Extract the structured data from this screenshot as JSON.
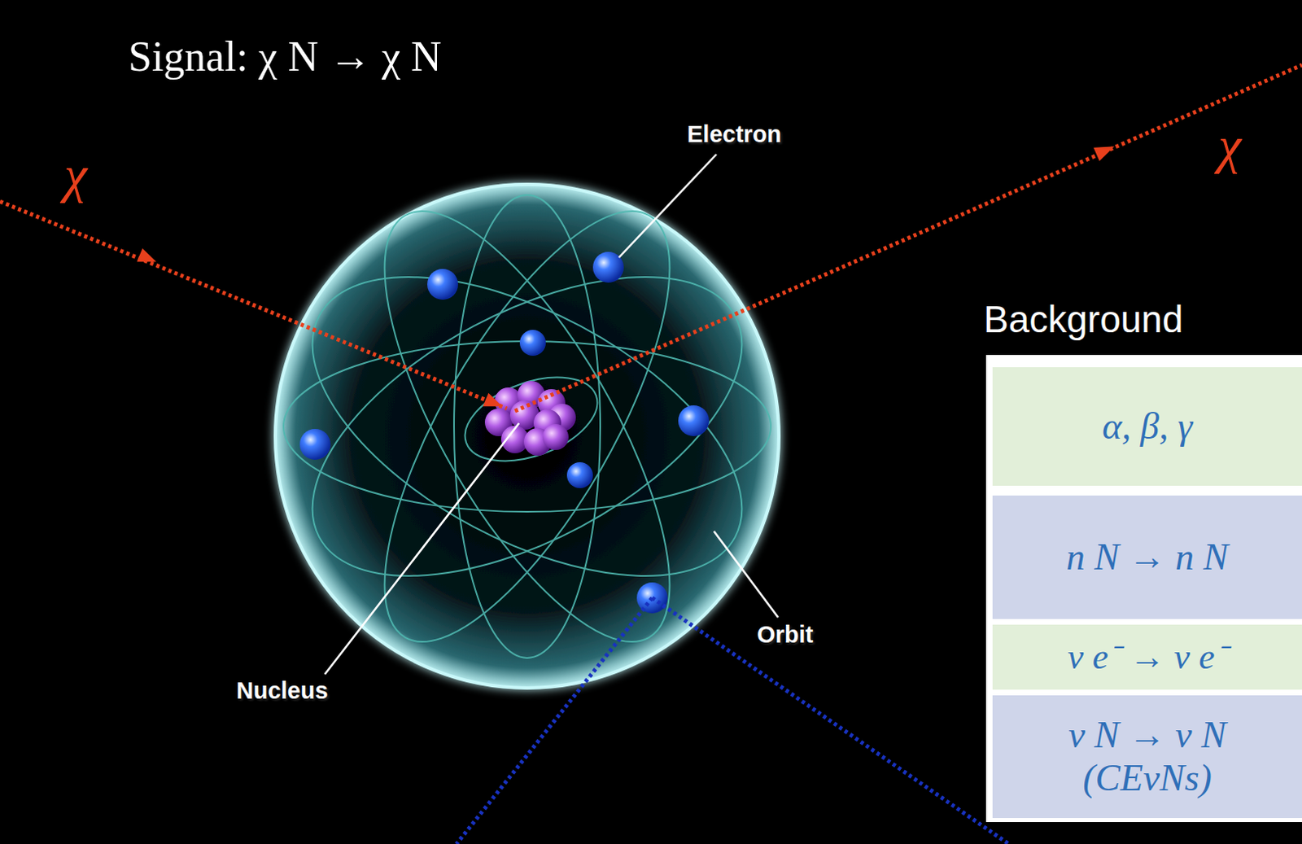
{
  "diagram": {
    "title": "Signal: χ N → χ N",
    "nodes": [
      {
        "text": [
          "α, β, γ"
        ]
      },
      {
        "text": [
          "n N → n N"
        ]
      },
      {
        "text": [
          "ν e⁻ → ν e⁻"
        ]
      },
      {
        "text": [
          "ν N → ν N (CEνNs)"
        ]
      }
    ],
    "labels": [
      "χ",
      "χ",
      "Electron",
      "Background",
      "Orbit",
      "Nucleus"
    ]
  }
}
